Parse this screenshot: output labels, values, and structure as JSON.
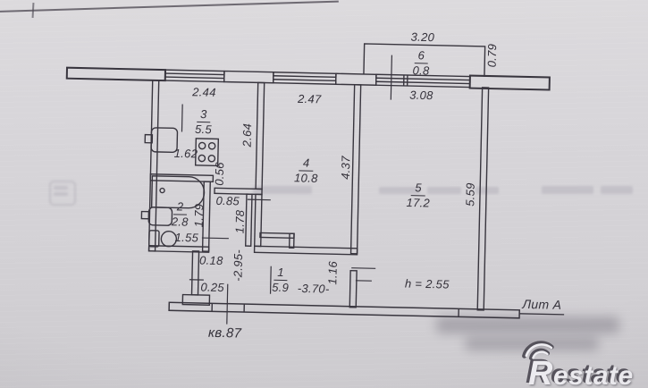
{
  "rooms": [
    {
      "number": "1",
      "area": "5.9"
    },
    {
      "number": "2",
      "area": "2.8"
    },
    {
      "number": "3",
      "area": "5.5"
    },
    {
      "number": "4",
      "area": "10.8"
    },
    {
      "number": "5",
      "area": "17.2"
    },
    {
      "number": "6",
      "area": "0.8"
    }
  ],
  "dimensions": {
    "kitchen_width": "2.44",
    "kitchen_depth": "2.64",
    "kitchen_fixture": "1.62",
    "room4_width": "2.47",
    "room4_depth": "4.37",
    "room5_depth": "5.59",
    "balcony_width": "3.20",
    "balcony_depth": "0.79",
    "balcony_window": "3.08",
    "niche": "0.56",
    "hall_opening": "0.85",
    "hall_wall": "1.78",
    "bath_depth": "1.79",
    "toilet_width": "1.55",
    "wall_a": "0.18",
    "wall_b": "0.25",
    "hall_width": "-2.95-",
    "hall_length": "-3.70-",
    "hall_door": "1.16",
    "ceiling_height": "h = 2.55"
  },
  "annotations": {
    "litera": "Лит А",
    "apartment": "кв.87"
  },
  "watermark": {
    "brand": "Restate"
  },
  "colors": {
    "ink": "#34313a",
    "paper": "#d6d4d8"
  }
}
